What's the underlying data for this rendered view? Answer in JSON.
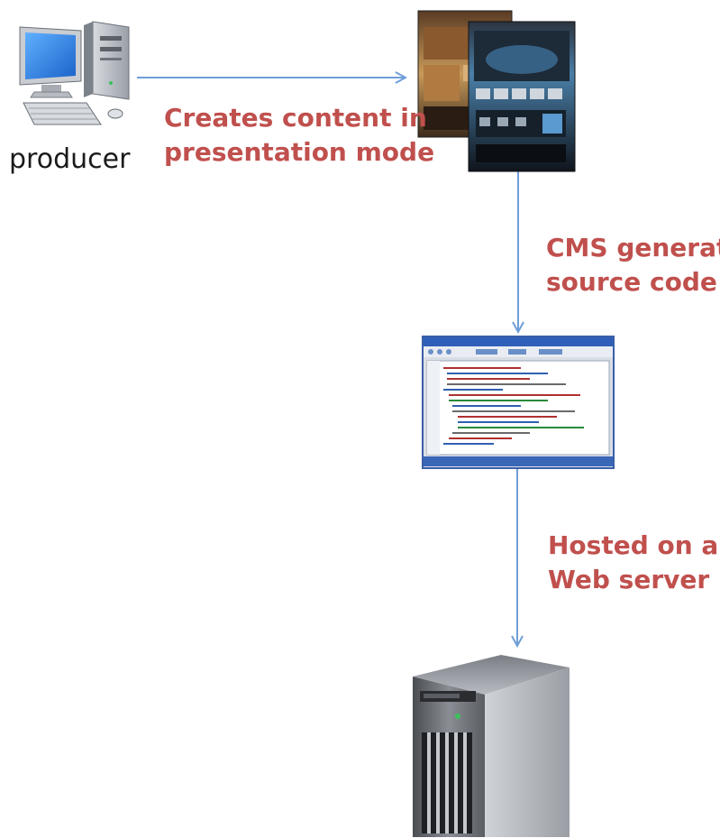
{
  "nodes": {
    "producer": {
      "label": "producer",
      "icon": "desktop-computer-icon"
    },
    "presentation": {
      "icon": "website-layouts-icon"
    },
    "source": {
      "icon": "code-editor-window-icon"
    },
    "server": {
      "icon": "server-tower-icon"
    }
  },
  "edges": [
    {
      "from": "producer",
      "to": "presentation",
      "label_lines": [
        "Creates content in",
        "presentation mode"
      ]
    },
    {
      "from": "presentation",
      "to": "source",
      "label_lines": [
        "CMS generate",
        "source code"
      ]
    },
    {
      "from": "source",
      "to": "server",
      "label_lines": [
        "Hosted on a",
        "Web server"
      ]
    }
  ],
  "colors": {
    "arrow": "#6f9fd8",
    "label": "#c0504d",
    "text": "#1a1a1a"
  }
}
